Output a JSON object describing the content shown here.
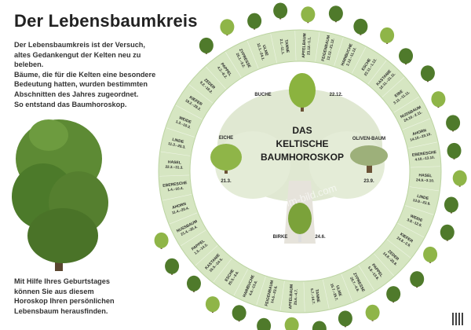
{
  "title": "Der Lebensbaumkreis",
  "intro_lines": [
    "Der Lebensbaumkreis ist der Versuch,",
    "altes Gedankengut der Kelten neu zu",
    "beleben.",
    "Bäume, die für die Kelten eine besondere",
    "Bedeutung hatten, wurden bestimmten",
    "Abschnitten des Jahres zugeordnet.",
    "So entstand das Baumhoroskop."
  ],
  "outro_lines": [
    "Mit Hilfe Ihres Geburtstages",
    "können Sie aus diesem",
    "Horoskop Ihren persönlichen",
    "Lebensbaum herausfinden."
  ],
  "center_title": [
    "DAS",
    "KELTISCHE",
    "BAUMHOROSKOP"
  ],
  "inner_trees": [
    {
      "name": "BUCHE",
      "date": "22.12.",
      "position": "top"
    },
    {
      "name": "OLIVEN-BAUM",
      "date": "23.9.",
      "position": "right"
    },
    {
      "name": "BIRKE",
      "date": "24.6.",
      "position": "bottom"
    },
    {
      "name": "EICHE",
      "date": "21.3.",
      "position": "left"
    }
  ],
  "ring_segments": [
    {
      "name": "APFELBAUM",
      "date": "23.12.–1.1."
    },
    {
      "name": "FEIGENBAUM",
      "date": "12.12.–21.12."
    },
    {
      "name": "HAINBUCHE",
      "date": "2.12.–11.12."
    },
    {
      "name": "ESCHE",
      "date": "22.11.–1.12."
    },
    {
      "name": "KASTANIE",
      "date": "12.11.–21.11."
    },
    {
      "name": "EIBE",
      "date": "3.11.–11.11."
    },
    {
      "name": "NUSSBAUM",
      "date": "24.10.–2.11."
    },
    {
      "name": "AHORN",
      "date": "14.10.–23.10."
    },
    {
      "name": "EBERESCHE",
      "date": "4.10.–13.10."
    },
    {
      "name": "HASEL",
      "date": "24.9.–3.10."
    },
    {
      "name": "LINDE",
      "date": "13.9.–22.9."
    },
    {
      "name": "WEIDE",
      "date": "3.9.–12.9."
    },
    {
      "name": "KIEFER",
      "date": "24.8.–2.9."
    },
    {
      "name": "ZEDER",
      "date": "14.8.–23.8."
    },
    {
      "name": "PAPPEL",
      "date": "5.8.–13.8."
    },
    {
      "name": "ZYPRESSE",
      "date": "26.7.–4.8."
    },
    {
      "name": "ULME",
      "date": "15.7.–25.7."
    },
    {
      "name": "TANNE",
      "date": "5.7.–14.7."
    },
    {
      "name": "APFELBAUM",
      "date": "25.6.–4.7."
    },
    {
      "name": "FEIGENBAUM",
      "date": "14.6.–23.6."
    },
    {
      "name": "HAINBUCHE",
      "date": "4.6.–13.6."
    },
    {
      "name": "ESCHE",
      "date": "25.5.–3.6."
    },
    {
      "name": "KASTANIE",
      "date": "15.5.–24.5."
    },
    {
      "name": "PAPPEL",
      "date": "1.5.–14.5."
    },
    {
      "name": "NUSSBAUM",
      "date": "21.4.–30.4."
    },
    {
      "name": "AHORN",
      "date": "11.4.–20.4."
    },
    {
      "name": "EBERESCHE",
      "date": "1.4.–10.4."
    },
    {
      "name": "HASEL",
      "date": "22.3.–31.3."
    },
    {
      "name": "LINDE",
      "date": "11.3.–20.3."
    },
    {
      "name": "WEIDE",
      "date": "1.3.–10.3."
    },
    {
      "name": "KIEFER",
      "date": "19.2.–29.2."
    },
    {
      "name": "ZEDER",
      "date": "9.2.–18.2."
    },
    {
      "name": "PAPPEL",
      "date": "4.2.–8.2."
    },
    {
      "name": "ZYPRESSE",
      "date": "25.1.–3.2."
    },
    {
      "name": "ULME",
      "date": "12.1.–24.1."
    },
    {
      "name": "TANNE",
      "date": "2.1.–11.1."
    }
  ],
  "watermark": "natur-im-bild.com",
  "colors": {
    "ring": "#d6e6c2",
    "ring_edge": "#b9d29c",
    "tree_dark": "#4f7a2b",
    "tree_light": "#8fb548",
    "trunk": "#6b5236",
    "text": "#222222"
  }
}
